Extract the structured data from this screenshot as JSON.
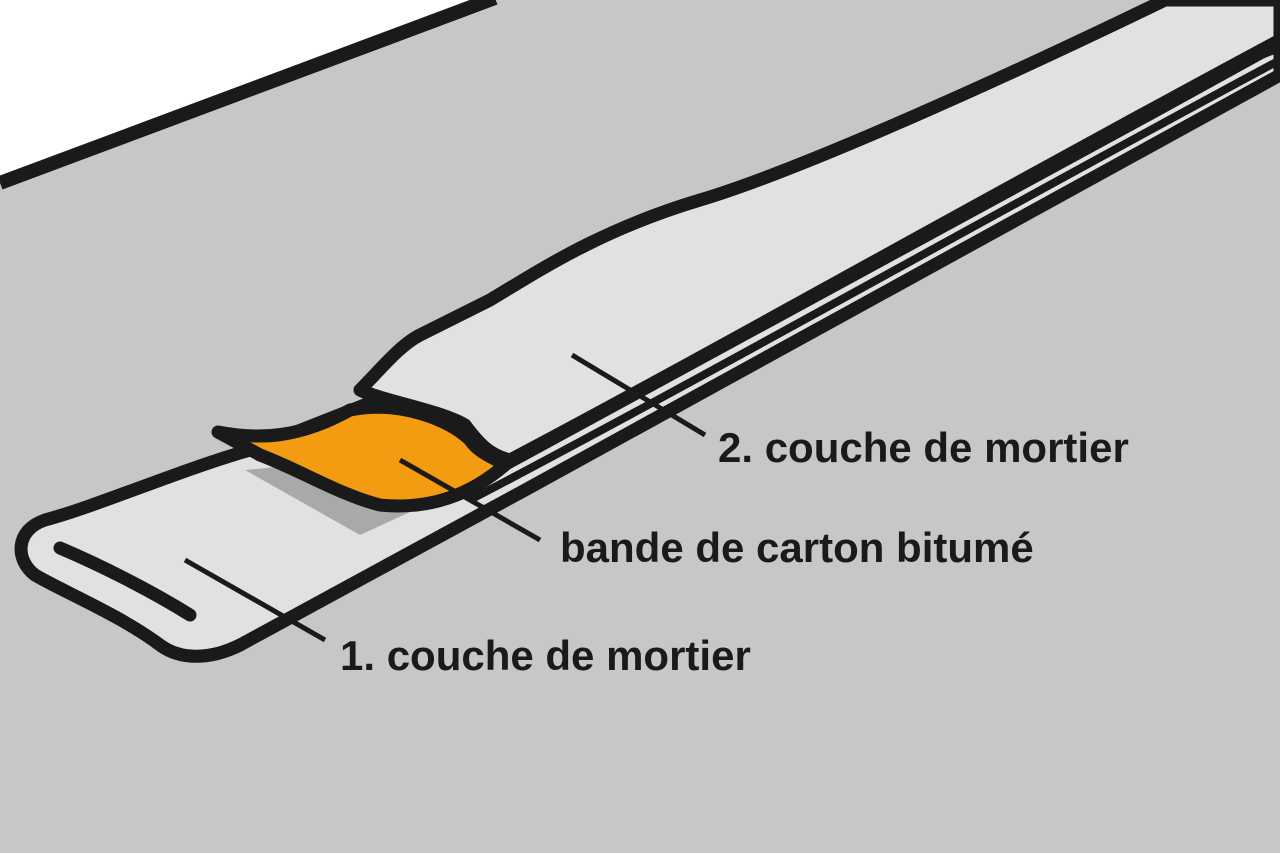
{
  "labels": {
    "second_layer": "2. couche de mortier",
    "strip": "bande de carton bitumé",
    "first_layer": "1. couche de mortier"
  },
  "colors": {
    "background": "#c6c7c6",
    "mortar": "#e1e1e1",
    "strip": "#f39c12",
    "outline": "#1a1a1a",
    "top_area": "#ffffff"
  }
}
